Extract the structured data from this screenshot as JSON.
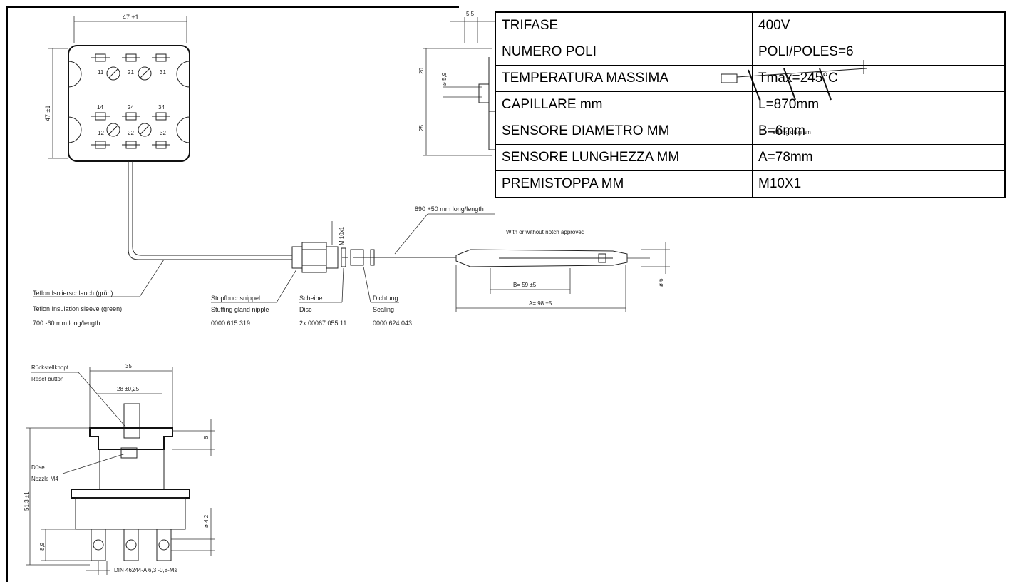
{
  "spec_table": {
    "rows": [
      {
        "label": "TRIFASE",
        "value": "400V"
      },
      {
        "label": "NUMERO POLI",
        "value": "POLI/POLES=6"
      },
      {
        "label": "TEMPERATURA MASSIMA",
        "value": "Tmax=245°C"
      },
      {
        "label": "CAPILLARE mm",
        "value": "L=870mm"
      },
      {
        "label": "SENSORE DIAMETRO MM",
        "value": "B=6mm"
      },
      {
        "label": "SENSORE LUNGHEZZA MM",
        "value": "A=78mm"
      },
      {
        "label": "PREMISTOPPA MM",
        "value": "M10X1"
      }
    ]
  },
  "drawing": {
    "top_view": {
      "width_dim": "47 ±1",
      "height_dim": "47 ±1",
      "terminals": [
        "11",
        "21",
        "31",
        "14",
        "24",
        "34",
        "12",
        "22",
        "32"
      ]
    },
    "side_view": {
      "dim_5_5": "5,5",
      "dim_20": "20",
      "dim_5_9": "ø 5,9",
      "dim_25": "25"
    },
    "capillary_label": "890 +50 mm long/length",
    "wiring_note": "Wiring diagram",
    "approval_note": "With or without notch approved",
    "thread_label": "M 10x1",
    "sleeve": {
      "line1": "Teflon Isolierschlauch (grün)",
      "line2": "Teflon Insulation sleeve (green)",
      "line3": "700 -60 mm long/length"
    },
    "nipple": {
      "line1": "Stopfbuchsnippel",
      "line2": "Stuffing gland nipple",
      "line3": "0000 615.319"
    },
    "disc": {
      "line1": "Scheibe",
      "line2": "Disc",
      "line3": "2x 00067.055.11"
    },
    "sealing": {
      "line1": "Dichtung",
      "line2": "Sealing",
      "line3": "0000 624.043"
    },
    "sensor_dims": {
      "b": "B= 59 ±5",
      "a": "A= 98 ±5",
      "dia": "ø 6"
    },
    "bottom_view": {
      "reset_de": "Rückstellknopf",
      "reset_en": "Reset button",
      "dim_35": "35",
      "dim_28": "28 ±0,25",
      "dim_6": "6",
      "nozzle_de": "Düse",
      "nozzle_en": "Nozzle M4",
      "dim_513": "51,3 ±1",
      "dim_42": "ø 4,2",
      "dim_89": "8,9",
      "din": "DIN 46244-A 6,3 -0,8-Ms"
    }
  }
}
